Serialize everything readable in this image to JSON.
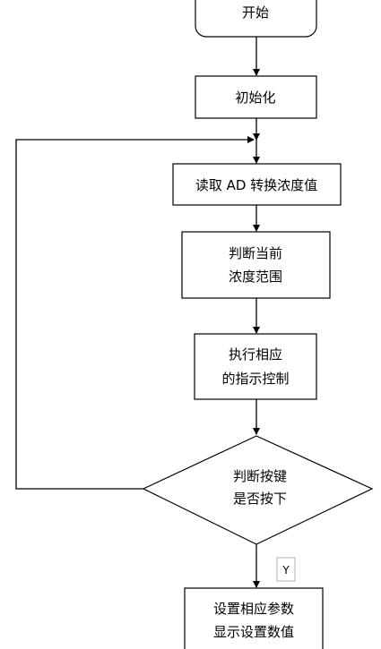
{
  "flowchart": {
    "start": "开始",
    "init": "初始化",
    "read_ad": "读取 AD 转换浓度值",
    "judge_range": [
      "判断当前",
      "浓度范围"
    ],
    "execute": [
      "执行相应",
      "的指示控制"
    ],
    "key_check": [
      "判断按键",
      "是否按下"
    ],
    "yes_label": "Y",
    "set_params": [
      "设置相应参数",
      "显示设置数值"
    ]
  }
}
